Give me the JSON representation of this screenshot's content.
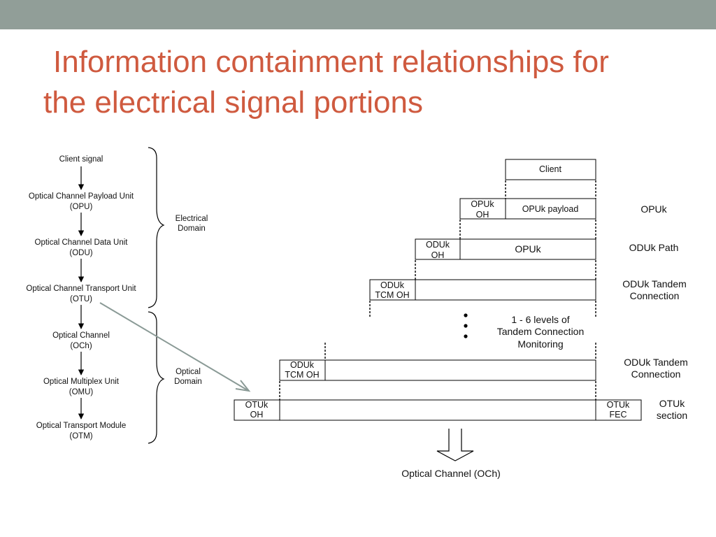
{
  "slide": {
    "title_line1": "Information containment relationships for",
    "title_line2": "the electrical signal portions",
    "colors": {
      "title": "#cf5a3f",
      "top_bar": "#919e98",
      "connector": "#8a9a96"
    }
  },
  "hierarchy": {
    "items": [
      {
        "line1": "Client signal",
        "line2": ""
      },
      {
        "line1": "Optical Channel Payload Unit",
        "line2": "(OPU)"
      },
      {
        "line1": "Optical Channel Data Unit",
        "line2": "(ODU)"
      },
      {
        "line1": "Optical Channel Transport Unit",
        "line2": "(OTU)"
      },
      {
        "line1": "Optical Channel",
        "line2": "(OCh)"
      },
      {
        "line1": "Optical Multiplex Unit",
        "line2": "(OMU)"
      },
      {
        "line1": "Optical Transport Module",
        "line2": "(OTM)"
      }
    ],
    "domains": [
      {
        "line1": "Electrical",
        "line2": "Domain"
      },
      {
        "line1": "Optical",
        "line2": "Domain"
      }
    ]
  },
  "structure": {
    "client": "Client",
    "opuk_oh": [
      "OPUk",
      "OH"
    ],
    "opuk_payload": "OPUk payload",
    "oduk_oh": [
      "ODUk",
      "OH"
    ],
    "opuk": "OPUk",
    "tcm1": [
      "ODUk",
      "TCM OH"
    ],
    "tcm_levels": [
      "1 - 6 levels of",
      "Tandem Connection",
      "Monitoring"
    ],
    "tcm2": [
      "ODUk",
      "TCM OH"
    ],
    "otuk_oh": [
      "OTUk",
      "OH"
    ],
    "otuk_fec": [
      "OTUk",
      "FEC"
    ],
    "labels": {
      "opuk": "OPUk",
      "oduk_path": "ODUk Path",
      "tandem1": [
        "ODUk Tandem",
        "Connection"
      ],
      "tandem2": [
        "ODUk Tandem",
        "Connection"
      ],
      "otuk_section": [
        "OTUk",
        "section"
      ]
    },
    "output": "Optical Channel (OCh)"
  }
}
